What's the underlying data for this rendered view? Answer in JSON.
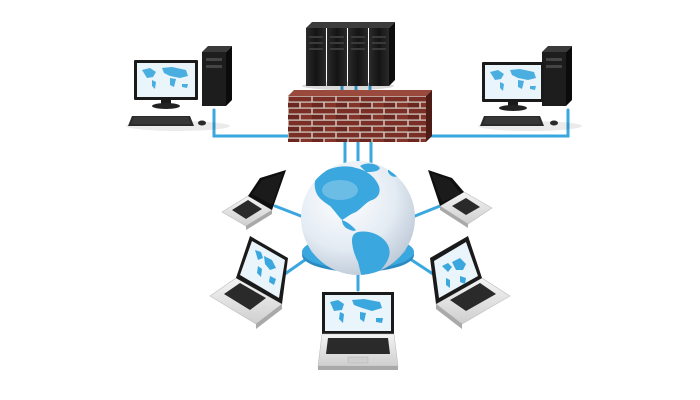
{
  "diagram": {
    "kind": "network-topology-illustration",
    "colors": {
      "background": "#ffffff",
      "cable": "#3aa7de",
      "cable_dark": "#1f7fb8",
      "globe_ocean": "#eef3f8",
      "globe_land": "#3aa7de",
      "ring": "#3aa7de",
      "server": "#1c1c1c",
      "firewall_brick": "#7a2e25",
      "firewall_mortar": "#c9bdb5",
      "screen_map_bg": "#e9f4fb",
      "screen_map_land": "#3aa7de",
      "laptop_body": "#e7e7e7",
      "keyboard": "#2a2a2a"
    },
    "nodes": {
      "server_rack": {
        "icon": "server-rack-icon",
        "units": 4
      },
      "firewall": {
        "icon": "brick-firewall-icon"
      },
      "desktops": [
        {
          "icon": "desktop-computer-icon",
          "side": "left"
        },
        {
          "icon": "desktop-computer-icon",
          "side": "right"
        }
      ],
      "globe": {
        "icon": "globe-icon",
        "region": "Americas"
      },
      "laptops": [
        {
          "icon": "laptop-icon",
          "screen": "dark",
          "position": "upper-left"
        },
        {
          "icon": "laptop-icon",
          "screen": "dark",
          "position": "upper-right"
        },
        {
          "icon": "laptop-icon",
          "screen": "world-map",
          "position": "lower-left"
        },
        {
          "icon": "laptop-icon",
          "screen": "world-map",
          "position": "bottom"
        },
        {
          "icon": "laptop-icon",
          "screen": "world-map",
          "position": "lower-right"
        }
      ]
    }
  }
}
